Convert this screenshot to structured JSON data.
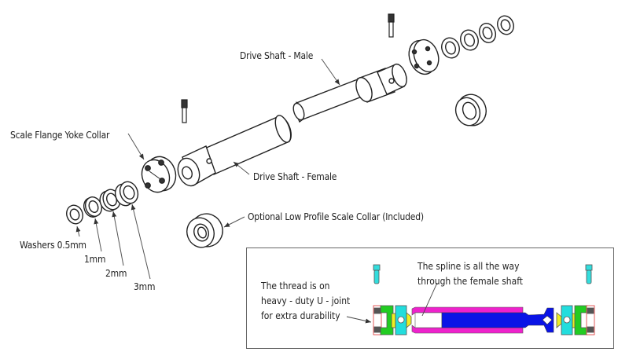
{
  "diagram": {
    "title": "Scale drive shaft exploded assembly",
    "colors": {
      "line": "#222222",
      "uj_green": "#22cc22",
      "uj_cyan": "#22dddd",
      "uj_yellow": "#eeee22",
      "female_shaft": "#ee22cc",
      "male_shaft": "#0a14e6",
      "screw": "#33dddd",
      "thread_red": "#dd2222"
    },
    "labels": {
      "scale_flange_yoke_collar": "Scale Flange Yoke Collar",
      "drive_shaft_male": "Drive Shaft - Male",
      "drive_shaft_female": "Drive  Shaft - Female",
      "optional_collar": "Optional Low Profile Scale Collar (Included)",
      "washers_05": "Washers 0.5mm",
      "washer_1": "1mm",
      "washer_2": "2mm",
      "washer_3": "3mm"
    },
    "inset": {
      "thread_note": [
        "The thread is on",
        "heavy - duty U - joint",
        "for extra durability"
      ],
      "spline_note": [
        "The spline is all the way",
        "through the female shaft"
      ]
    }
  }
}
